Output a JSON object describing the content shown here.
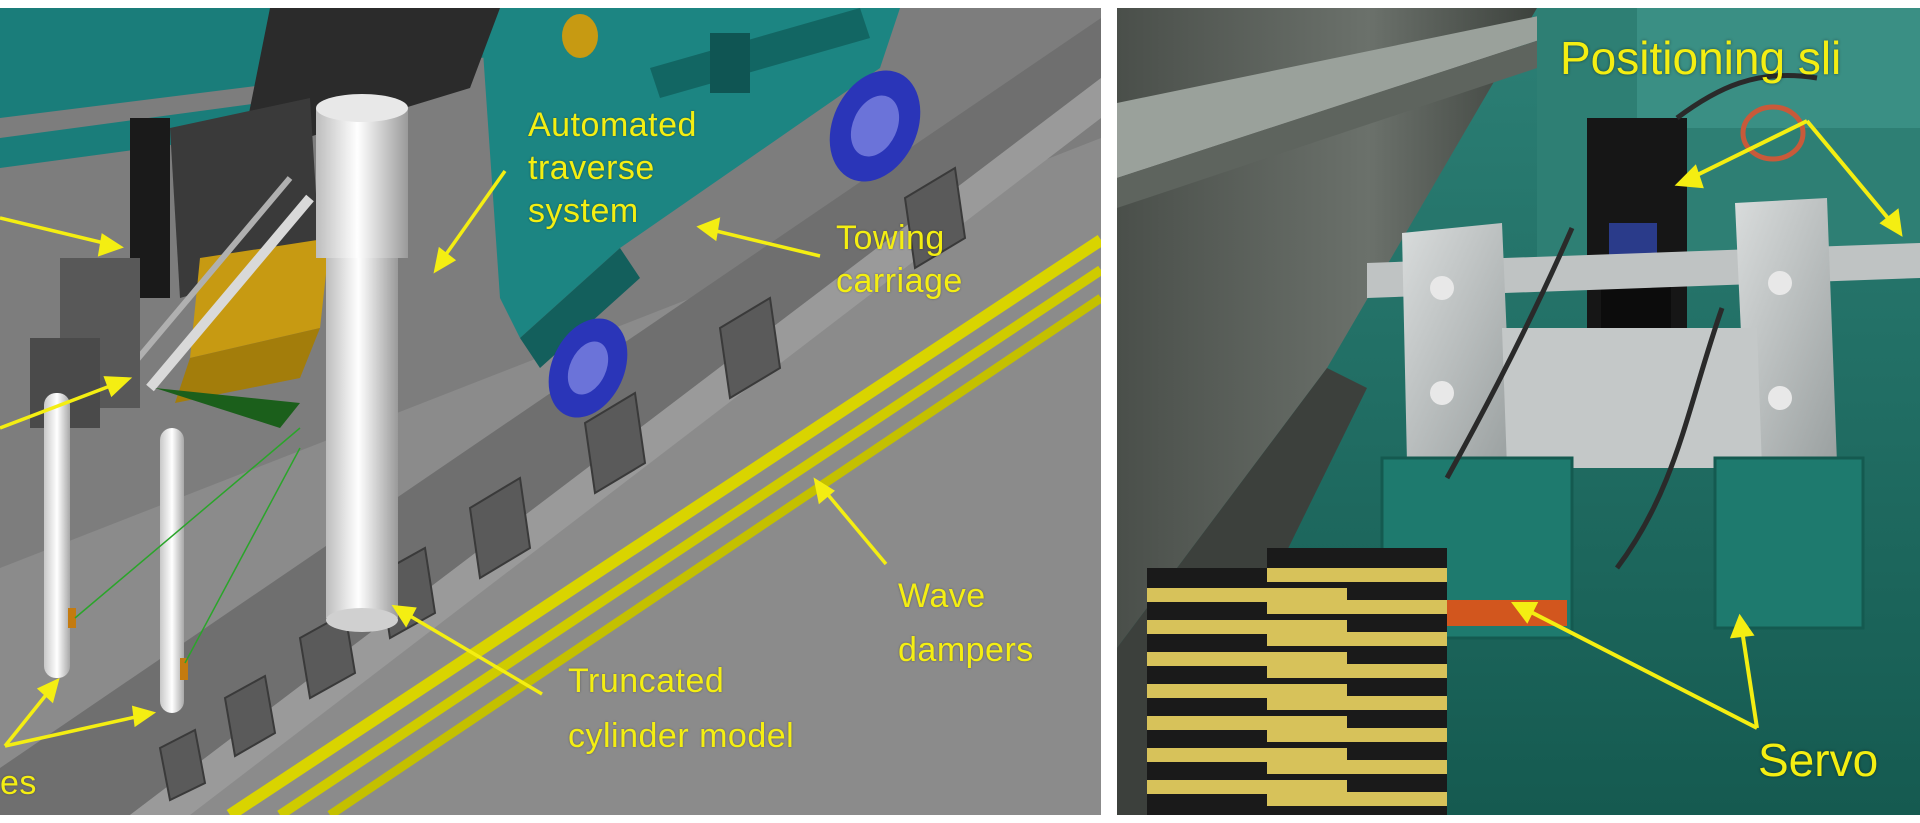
{
  "left_panel": {
    "labels": {
      "automated_traverse": [
        "Automated",
        "traverse",
        "system"
      ],
      "towing_carriage": [
        "Towing",
        "carriage"
      ],
      "wave_dampers": [
        "Wave",
        "dampers"
      ],
      "truncated_cylinder": [
        "Truncated",
        "cylinder model"
      ],
      "partial_bottom": "es"
    }
  },
  "right_panel": {
    "labels": {
      "positioning": "Positioning sli",
      "servo": "Servo"
    }
  },
  "colors": {
    "label_yellow": "#f4ee12",
    "carriage_teal": "#1a7d7a",
    "rail_yellow": "#d9d400",
    "wheel_blue": "#2a35b8",
    "tank_green": "#1f6d63"
  }
}
